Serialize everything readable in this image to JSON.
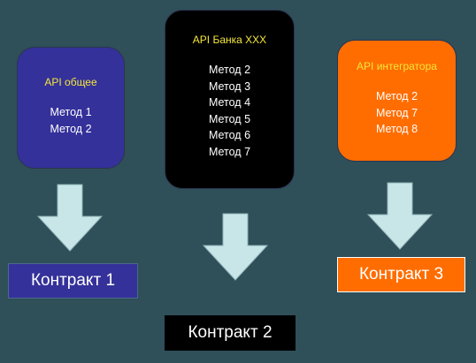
{
  "colors": {
    "background": "#2f4f59",
    "general": "#34319a",
    "bank": "#000000",
    "integrator": "#ff6d00",
    "title_yellow": "#f5e63a",
    "arrow": "#c8e6e8"
  },
  "boxes": {
    "general": {
      "title": "API общее",
      "methods": [
        "Метод 1",
        "Метод 2"
      ]
    },
    "bank": {
      "title": "API Банка XXX",
      "methods": [
        "Метод 2",
        "Метод 3",
        "Метод 4",
        "Метод 5",
        "Метод 6",
        "Метод 7"
      ]
    },
    "integrator": {
      "title": "API интегратора",
      "methods": [
        "Метод 2",
        "Метод 7",
        "Метод 8"
      ]
    }
  },
  "contracts": {
    "c1": "Контракт 1",
    "c2": "Контракт 2",
    "c3": "Контракт 3"
  }
}
